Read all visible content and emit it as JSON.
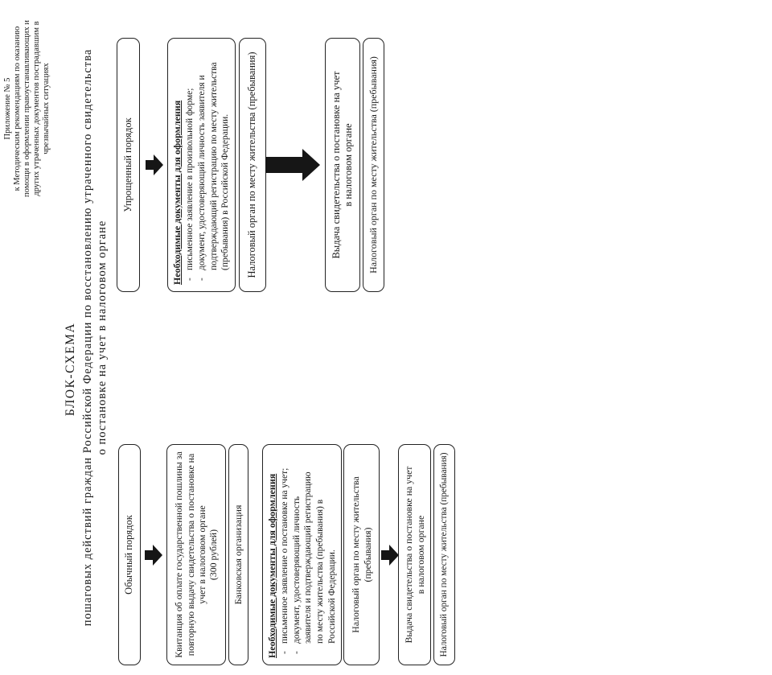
{
  "appendix": {
    "lines": [
      "Приложение № 5",
      "к Методическим рекомендациям по оказанию",
      "помощи в оформлении правоустанавливающих и",
      "других утраченных документов пострадавшим в",
      "чрезвычайных ситуациях"
    ]
  },
  "title": {
    "heading": "БЛОК-СХЕМА",
    "line2": "пошаговых действий граждан Российской Федерации по восстановлению утраченного свидетельства",
    "line3": "о постановке на учет в налоговом органе"
  },
  "glyphs": {
    "list_marker": "-"
  },
  "colors": {
    "ink": "#1c1c1c",
    "paper": "#ffffff"
  },
  "flows": {
    "normal": {
      "header": "Обычный порядок",
      "receipt": {
        "lines": [
          "Квитанция об оплате государственной пошлины за",
          "повторную выдачу свидетельства о постановке на",
          "учет в налоговом органе",
          "(300 рублей)"
        ]
      },
      "bank": "Банковская организация",
      "docs": {
        "title": "Необходимые документы для оформления",
        "items": [
          {
            "lines": [
              "письменное заявление о постановке на учет;"
            ]
          },
          {
            "lines": [
              "документ, удостоверяющий личность",
              "заявителя и подтверждающий регистрацию",
              "по месту жительства (пребывания) в",
              "Российской Федерации."
            ]
          }
        ]
      },
      "tax_office": {
        "lines": [
          "Налоговый орган по месту жительства",
          "(пребывания)"
        ]
      },
      "issue": {
        "lines": [
          "Выдача свидетельства о постановке на учет",
          "в налоговом органе"
        ]
      },
      "tax_office_final": "Налоговый орган по месту жительства (пребывания)"
    },
    "simplified": {
      "header": "Упрощенный порядок",
      "docs": {
        "title": "Необходимые документы для оформления",
        "items": [
          {
            "lines": [
              "письменное заявление в произвольной форме;"
            ]
          },
          {
            "lines": [
              "документ, удостоверяющий личность заявителя и",
              "подтверждающий регистрацию по месту жительства",
              "(пребывания) в Российской Федерации."
            ]
          }
        ]
      },
      "tax_office": "Налоговый орган по месту жительства (пребывания)",
      "issue": {
        "lines": [
          "Выдача свидетельства о постановке на учет",
          "в налоговом органе"
        ]
      },
      "tax_office_final": "Налоговый орган по месту жительства (пребывания)"
    }
  }
}
